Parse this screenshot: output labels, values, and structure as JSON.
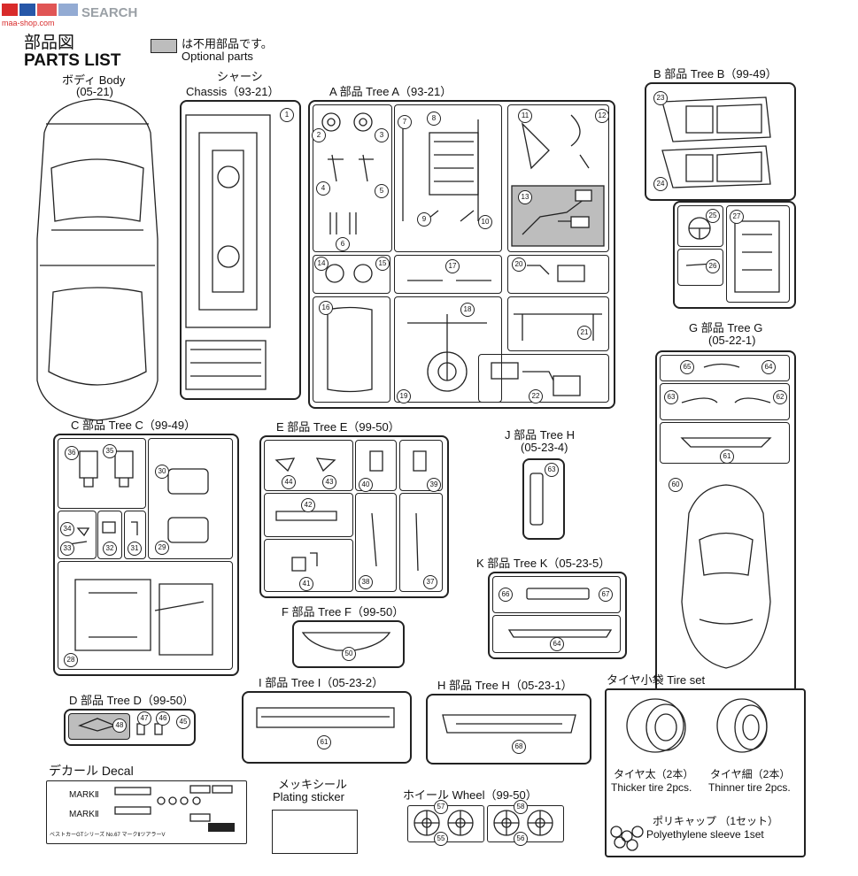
{
  "watermark": {
    "brand": "SEARCH",
    "url": "maa-shop.com"
  },
  "header": {
    "title_jp": "部品図",
    "title_en": "PARTS LIST"
  },
  "legend": {
    "jp": "は不用部品です。",
    "en": "Optional parts"
  },
  "body": {
    "jp": "ボディ Body",
    "code": "(05-21)"
  },
  "chassis": {
    "jp": "シャーシ",
    "label": "Chassis（93-21）"
  },
  "trees": {
    "a": "A 部品 Tree A（93-21）",
    "b": "B 部品 Tree B（99-49）",
    "c": "C 部品 Tree C（99-49）",
    "d": "D 部品 Tree D（99-50）",
    "e": "E 部品 Tree E（99-50）",
    "f": "F 部品 Tree F（99-50）",
    "g": "G 部品 Tree G",
    "g_code": "(05-22-1)",
    "h": "H 部品 Tree H（05-23-1）",
    "i": "I 部品 Tree I（05-23-2）",
    "j": "J 部品 Tree H",
    "j_code": "(05-23-4)",
    "k": "K 部品 Tree K（05-23-5）"
  },
  "tire": {
    "title": "タイヤ小袋 Tire set",
    "thick_jp": "タイヤ太（2本）",
    "thick_en": "Thicker tire 2pcs.",
    "thin_jp": "タイヤ細（2本）",
    "thin_en": "Thinner tire 2pcs.",
    "poly_jp": "ポリキャップ （1セット）",
    "poly_en": "Polyethylene sleeve 1set"
  },
  "decal": {
    "title": "デカール Decal",
    "mark1": "MARKⅡ",
    "mark2": "MARKⅡ",
    "footer": "ベストカーGTシリーズ No.67 マークⅡツアラーV"
  },
  "plating": {
    "jp": "メッキシール",
    "en": "Plating sticker"
  },
  "wheel": {
    "title": "ホイール Wheel（99-50）"
  },
  "parts": {
    "chassis": [
      "1"
    ],
    "a": [
      "2",
      "3",
      "4",
      "5",
      "6",
      "7",
      "8",
      "9",
      "10"
    ],
    "a_right": [
      "11",
      "12",
      "13"
    ],
    "a_mid": [
      "14",
      "15",
      "16",
      "17",
      "18",
      "19",
      "20",
      "21",
      "22"
    ],
    "b": [
      "23",
      "24",
      "25",
      "26",
      "27"
    ],
    "c": [
      "28",
      "29",
      "30",
      "31",
      "32",
      "33",
      "34",
      "35",
      "36"
    ],
    "d": [
      "48",
      "47",
      "46",
      "45"
    ],
    "e": [
      "37",
      "38",
      "39",
      "40",
      "41",
      "42",
      "43",
      "44"
    ],
    "f": [
      "50"
    ],
    "g": [
      "60",
      "61",
      "62",
      "63",
      "64",
      "65"
    ],
    "h": [
      "68"
    ],
    "i": [
      "61"
    ],
    "j": [
      "63"
    ],
    "k": [
      "66",
      "67",
      "64"
    ],
    "wheel": [
      "57",
      "58",
      "55",
      "56"
    ]
  },
  "colors": {
    "optional": "#bdbdbd",
    "ink": "#222222",
    "watermark_red": "#d82b2b",
    "watermark_blue": "#2757a8"
  }
}
